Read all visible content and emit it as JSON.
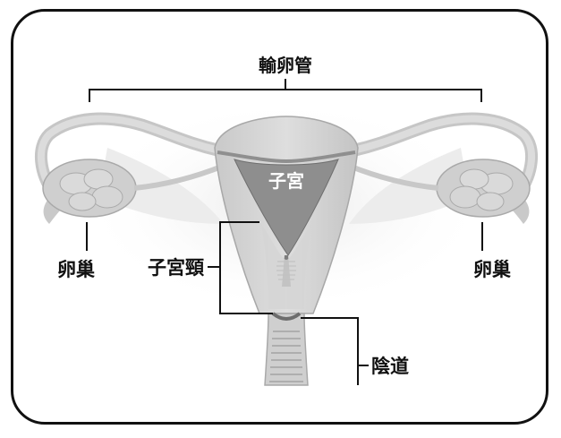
{
  "labels": {
    "fallopian_tube": "輸卵管",
    "uterus": "子宮",
    "cervix": "子宮頸",
    "vagina": "陰道",
    "ovary_left": "卵巢",
    "ovary_right": "卵巢"
  }
}
